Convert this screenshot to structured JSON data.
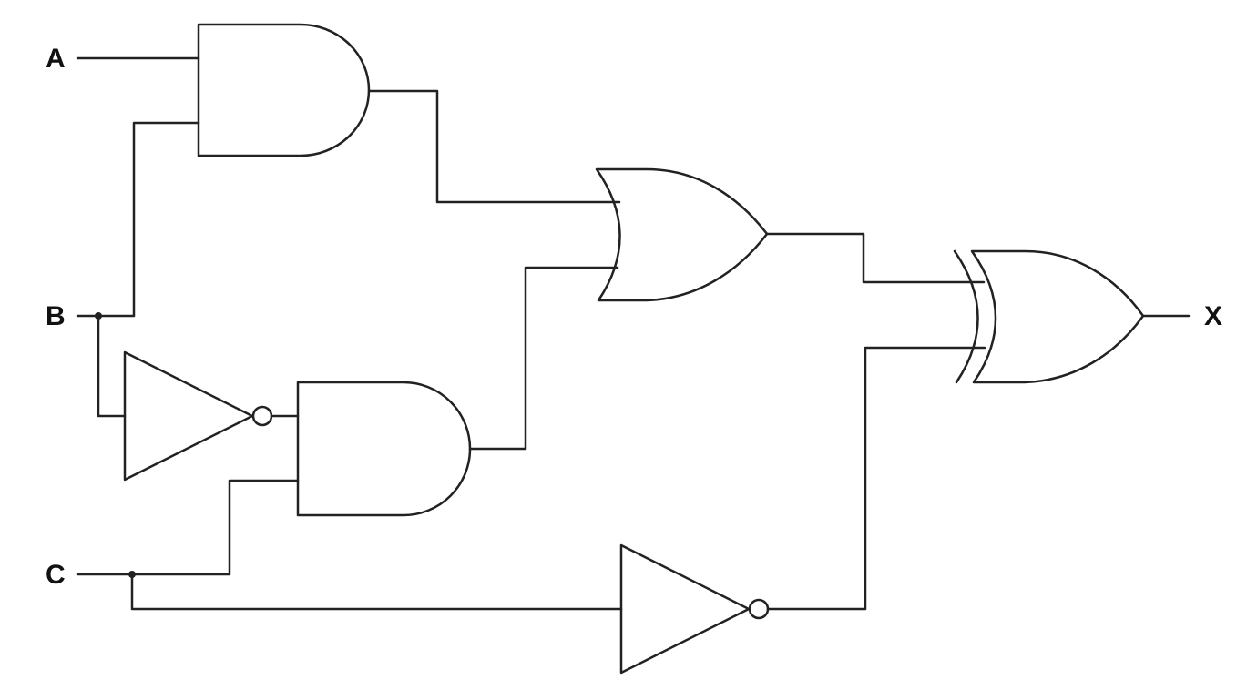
{
  "labels": {
    "input_a": "A",
    "input_b": "B",
    "input_c": "C",
    "output_x": "X"
  },
  "gates": [
    {
      "id": "and1",
      "type": "AND",
      "inputs": [
        "A",
        "B"
      ]
    },
    {
      "id": "not1",
      "type": "NOT",
      "inputs": [
        "B"
      ]
    },
    {
      "id": "and2",
      "type": "AND",
      "inputs": [
        "not1",
        "C"
      ]
    },
    {
      "id": "or1",
      "type": "OR",
      "inputs": [
        "and1",
        "and2"
      ]
    },
    {
      "id": "not2",
      "type": "NOT",
      "inputs": [
        "C"
      ]
    },
    {
      "id": "xor1",
      "type": "XOR",
      "inputs": [
        "or1",
        "not2"
      ],
      "output": "X"
    }
  ],
  "colors": {
    "stroke": "#222222",
    "background": "#ffffff"
  }
}
